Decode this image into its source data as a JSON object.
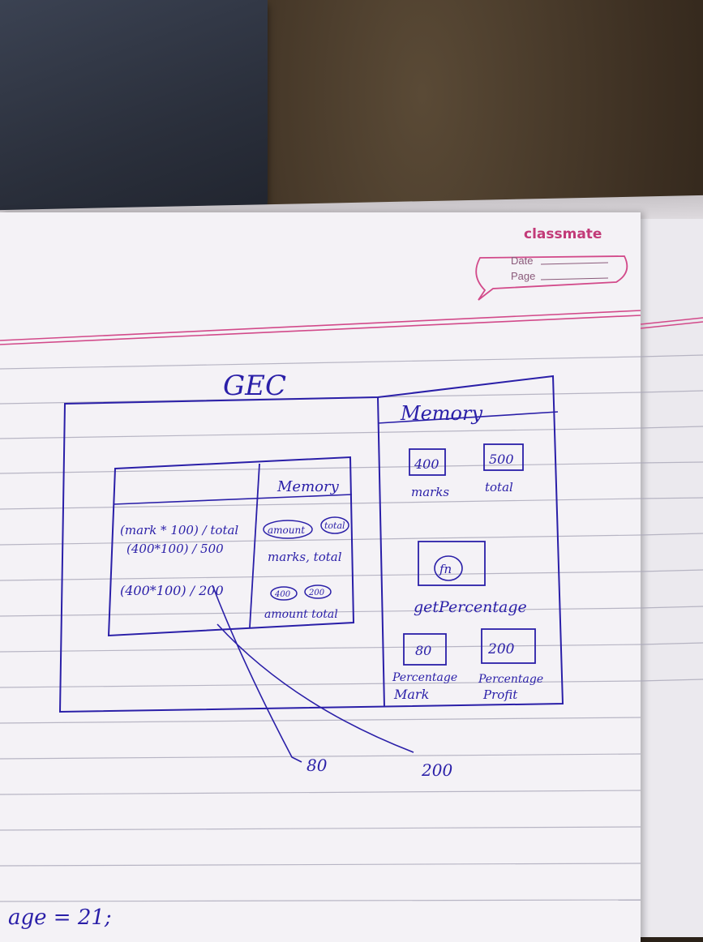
{
  "notebook": {
    "brand": "classmate",
    "date_label": "Date",
    "page_label": "Page"
  },
  "diagram": {
    "title": "GEC",
    "outer_memory_title": "Memory",
    "inner_memory_title": "Memory",
    "code_lines": [
      "(mark * 100) / total",
      "(400*100) / 500",
      "(400*100) / 200"
    ],
    "inner_params": [
      "amount",
      "total"
    ],
    "inner_params_line": "marks, total",
    "inner_values": [
      "400",
      "200"
    ],
    "inner_values_line": "amount total",
    "memory_cells": [
      {
        "value": "400",
        "label": "marks"
      },
      {
        "value": "500",
        "label": "total"
      }
    ],
    "function_cell": {
      "value": "fn",
      "label": "getPercentage"
    },
    "result_cells": [
      {
        "value": "80",
        "label_line1": "Percentage",
        "label_line2": "Mark"
      },
      {
        "value": "200",
        "label_line1": "Percentage",
        "label_line2": "Profit"
      }
    ],
    "outputs": [
      "80",
      "200"
    ],
    "bottom_code": "age = 21;"
  }
}
